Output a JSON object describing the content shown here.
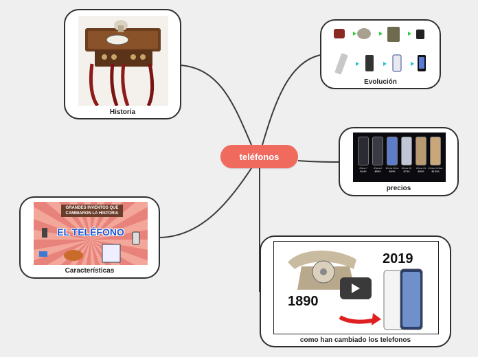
{
  "center": {
    "label": "teléfonos"
  },
  "nodes": {
    "historia": {
      "label": "Historia"
    },
    "evolucion": {
      "label": "Evolución"
    },
    "precios": {
      "label": "precios",
      "phones": [
        {
          "name": "iPhone 7",
          "price": "$449"
        },
        {
          "name": "iPhone 8",
          "price": "$599"
        },
        {
          "name": "iPhone 8 Plus",
          "price": "$699"
        },
        {
          "name": "iPhone XR",
          "price": "$749"
        },
        {
          "name": "iPhone XS",
          "price": "$999"
        },
        {
          "name": "iPhone XS Max",
          "price": "$1099"
        }
      ]
    },
    "caracteristicas": {
      "label": "Características",
      "banner": "GRANDES INVENTOS QUE CAMBIARON LA HISTORIA",
      "title": "EL TELÉFONO"
    },
    "cambio": {
      "label": "como han cambiado los telefonos",
      "year_old": "1890",
      "year_new": "2019"
    }
  },
  "colors": {
    "center": "#f06a5e",
    "border": "#2f2f2f",
    "background": "#efefef",
    "link": "#3a3a3a"
  }
}
